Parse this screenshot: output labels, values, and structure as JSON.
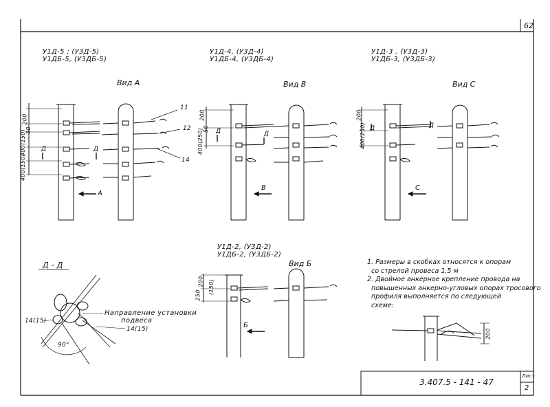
{
  "sheet": {
    "page_number": "62",
    "doc_code": "3.407.5 - 141 - 47",
    "list_label": "Лист",
    "list_number": "2"
  },
  "groups": [
    {
      "line1": "У1Д-5 ; (У3Д-5)",
      "line2": "У1ДБ-5, (У3ДБ-5)",
      "view": "Вид А",
      "arrow": "А"
    },
    {
      "line1": "У1Д-4, (У3Д-4)",
      "line2": "У1ДБ-4, (У3ДБ-4)",
      "view": "Вид В",
      "arrow": "В"
    },
    {
      "line1": "У1Д-3 , (У3Д-3)",
      "line2": "У1ДБ-3, (У3ДБ-3)",
      "view": "Вид С",
      "arrow": "С"
    },
    {
      "line1": "У1Д-2, (У3Д-2)",
      "line2": "У1ДБ-2, (У3ДБ-2)",
      "view": "Вид Б",
      "arrow": "Б"
    }
  ],
  "dims": {
    "d200": "200",
    "d50": "50",
    "d400_150": "400(150)",
    "d400_250": "400(250)",
    "d250": "250",
    "d150": "(150)",
    "d": "Д"
  },
  "callouts": [
    "11",
    "12",
    "14"
  ],
  "section": {
    "title": "Д - Д",
    "direction_line1": "Направление установки",
    "direction_line2": "подвеса",
    "left_label": "14(15)",
    "right_label": "14(15)",
    "angle": "90°"
  },
  "notes": {
    "n1_line1": "1. Размеры в скобках относятся к опорам",
    "n1_line2": "со стрелой провеса  1,5 м",
    "n2_line1": "2. Двойное анкерное крепление провода на",
    "n2_line2": "повышенных анкерно-угловых опорах тросового",
    "n2_line3": "профиля выполняется по следующей",
    "n2_line4": "схеме:"
  },
  "scheme_dim": "200"
}
